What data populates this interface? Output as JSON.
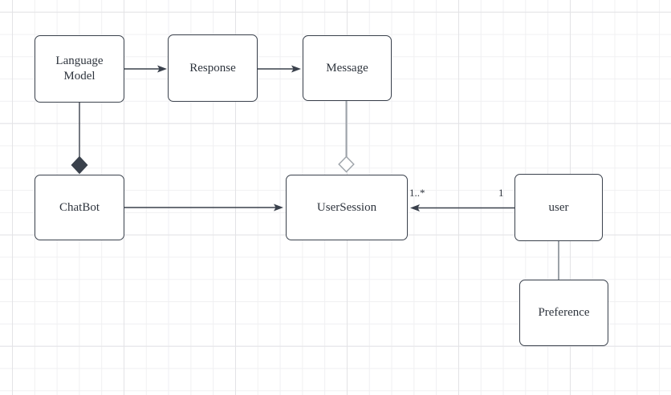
{
  "colors": {
    "canvas_bg": "#ffffff",
    "grid_minor": "#f0f0f2",
    "grid_major": "#e3e3e6",
    "node_fill": "#ffffff",
    "stroke_dark": "#3a414c",
    "stroke_light": "#9ca2a8",
    "text": "#2e343d"
  },
  "diagram": {
    "type": "uml-class-diagram",
    "nodes": [
      {
        "id": "language-model",
        "label": "Language Model"
      },
      {
        "id": "response",
        "label": "Response"
      },
      {
        "id": "message",
        "label": "Message"
      },
      {
        "id": "chatbot",
        "label": "ChatBot"
      },
      {
        "id": "user-session",
        "label": "UserSession"
      },
      {
        "id": "user",
        "label": "user"
      },
      {
        "id": "preference",
        "label": "Preference"
      }
    ],
    "edges": [
      {
        "from": "Language Model",
        "to": "Response",
        "type": "directed-arrow"
      },
      {
        "from": "Response",
        "to": "Message",
        "type": "directed-arrow"
      },
      {
        "from": "Language Model",
        "to": "ChatBot",
        "type": "composition-filled-diamond"
      },
      {
        "from": "Message",
        "to": "UserSession",
        "type": "aggregation-hollow-diamond"
      },
      {
        "from": "ChatBot",
        "to": "UserSession",
        "type": "directed-arrow"
      },
      {
        "from": "user",
        "to": "UserSession",
        "type": "directed-arrow",
        "source_label": "1",
        "target_label": "1..*"
      },
      {
        "from": "user",
        "to": "Preference",
        "type": "plain-line"
      }
    ]
  }
}
